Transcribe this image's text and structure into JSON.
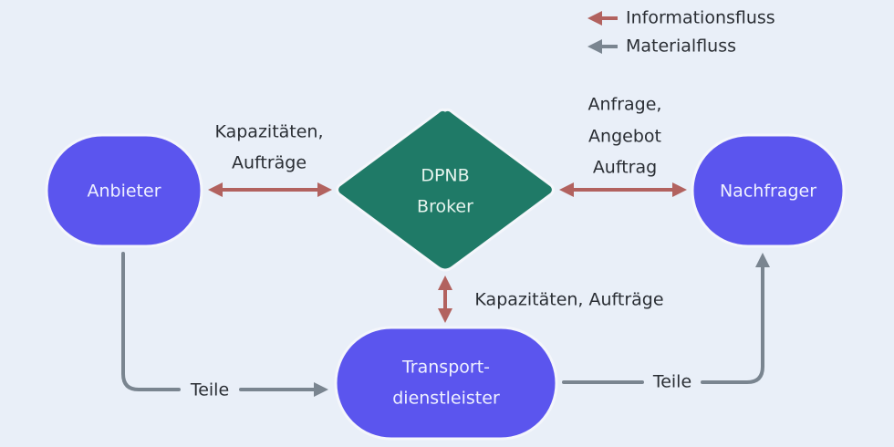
{
  "legend": {
    "items": [
      {
        "label": "Informationsfluss",
        "color": "#b2625f"
      },
      {
        "label": "Materialfluss",
        "color": "#7a8590"
      }
    ]
  },
  "nodes": {
    "anbieter": {
      "label": "Anbieter",
      "color": "#5b55ee"
    },
    "broker": {
      "line1": "DPNB",
      "line2": "Broker",
      "color": "#1f7a67"
    },
    "nachfrager": {
      "label": "Nachfrager",
      "color": "#5b55ee"
    },
    "transport": {
      "line1": "Transport-",
      "line2": "dienstleister",
      "color": "#5b55ee"
    }
  },
  "edges": {
    "anbieter_broker": {
      "type": "Informationsfluss",
      "line1": "Kapazitäten,",
      "line2": "Aufträge"
    },
    "broker_nachfrager": {
      "type": "Informationsfluss",
      "line1": "Anfrage,",
      "line2": "Angebot",
      "line3": "Auftrag"
    },
    "broker_transport": {
      "type": "Informationsfluss",
      "label": "Kapazitäten, Aufträge"
    },
    "anbieter_transport": {
      "type": "Materialfluss",
      "label": "Teile"
    },
    "transport_nachfrager": {
      "type": "Materialfluss",
      "label": "Teile"
    }
  }
}
